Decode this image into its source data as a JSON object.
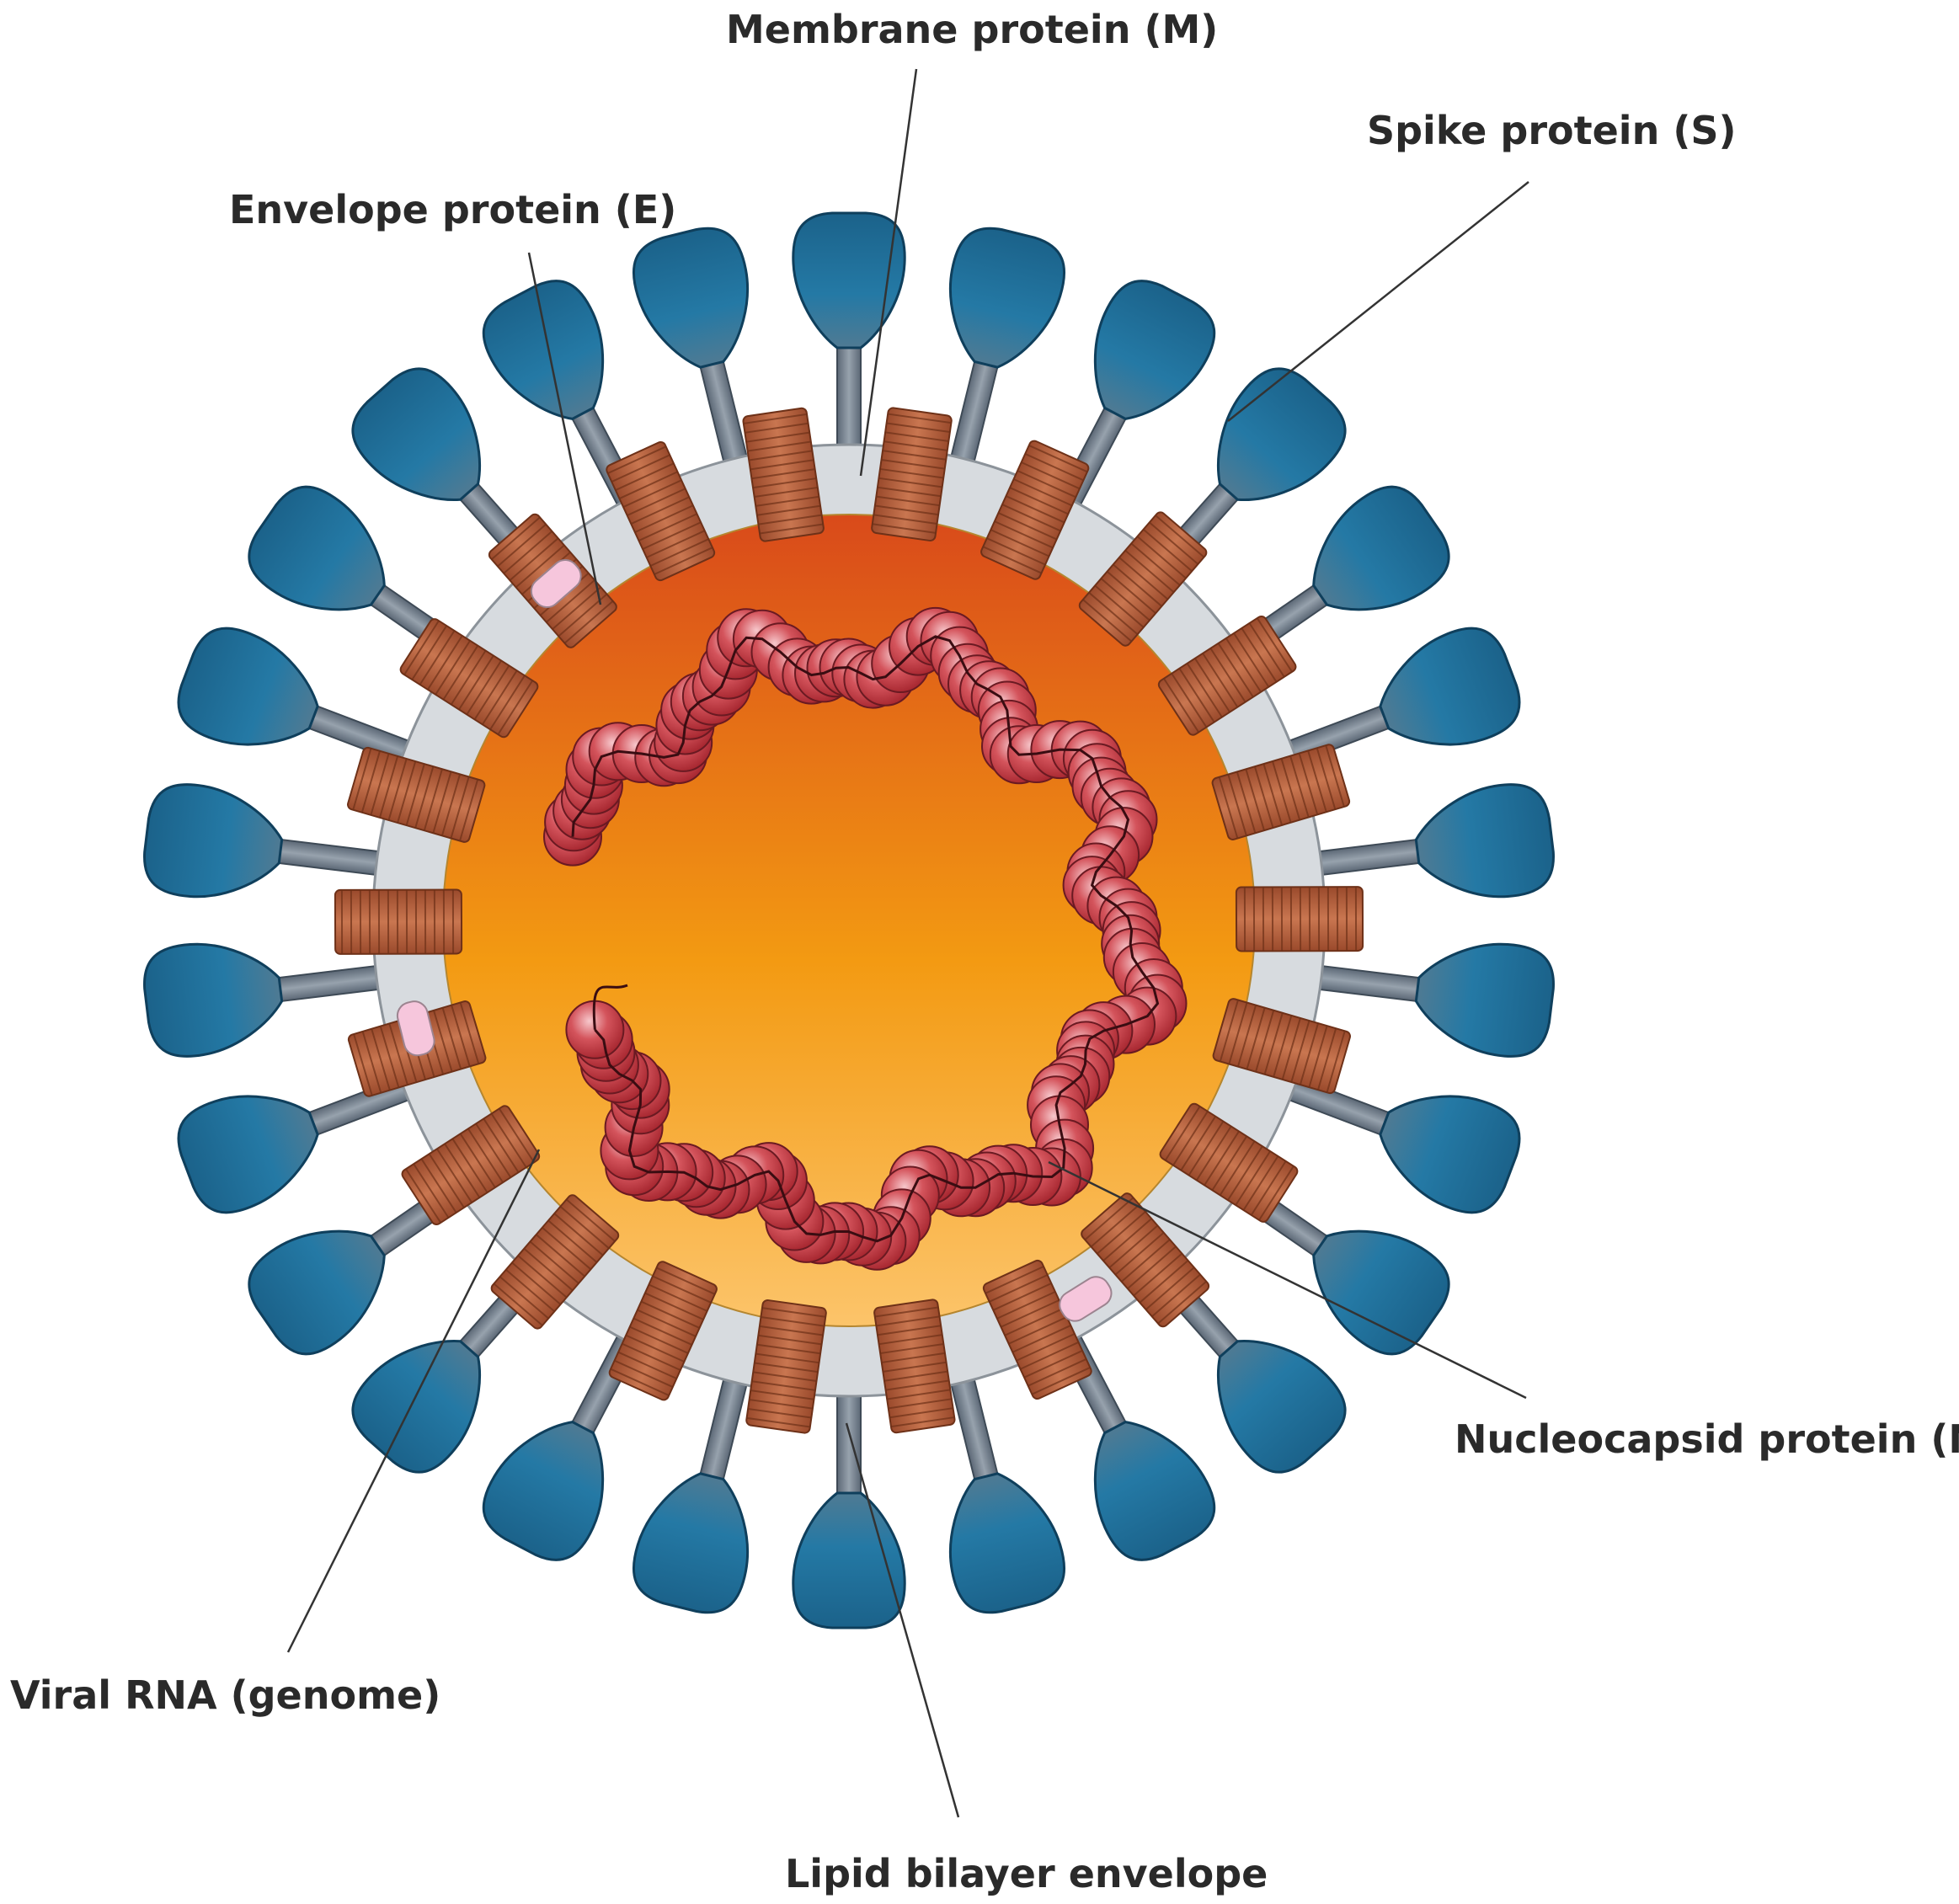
{
  "labels": {
    "membrane": "Membrane protein (M)",
    "spike": "Spike protein (S)",
    "envelope": "Envelope protein (E)",
    "nucleocapsid": "Nucleocapsid protein (N)",
    "rna": "Viral RNA (genome)",
    "lipid": "Lipid bilayer envelope"
  },
  "colors": {
    "spike_head": "#1f6d96",
    "spike_stalk": "#7f8a96",
    "membrane_protein": "#b5623b",
    "envelope_protein": "#f6c6dc",
    "lipid_bilayer": "#d7dbdf",
    "core_outer": "#d94a1a",
    "core_inner": "#fbb640",
    "nucleocapsid": "#c8323c",
    "leader_line": "#333333"
  }
}
